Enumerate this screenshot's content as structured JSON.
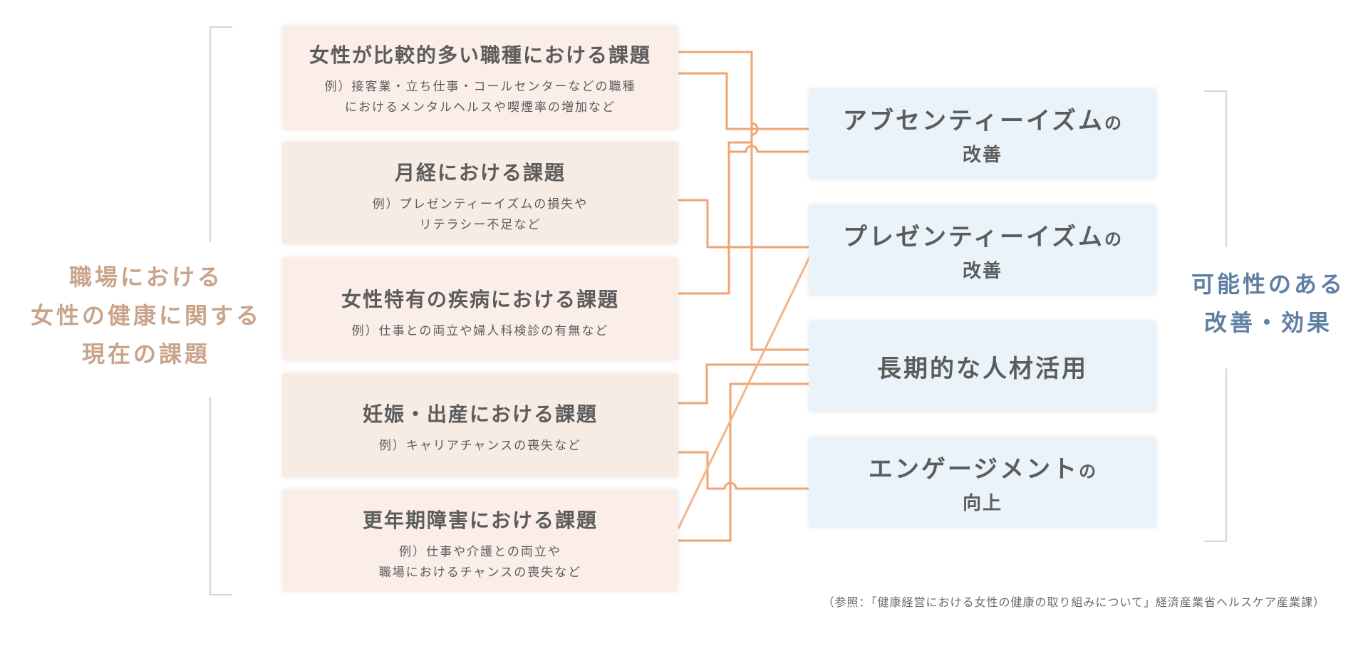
{
  "left_label": [
    "職場における",
    "女性の健康に関する",
    "現在の課題"
  ],
  "right_label": [
    "可能性のある",
    "改善・効果"
  ],
  "issues": [
    {
      "title": "女性が比較的多い職種における課題",
      "lines": [
        "例）接客業・立ち仕事・コールセンターなどの職種",
        "におけるメンタルヘルスや喫煙率の増加など"
      ]
    },
    {
      "title": "月経における課題",
      "lines": [
        "例）プレゼンティーイズムの損失や",
        "リテラシー不足など"
      ]
    },
    {
      "title": "女性特有の疾病における課題",
      "lines": [
        "例）仕事との両立や婦人科検診の有無など"
      ]
    },
    {
      "title": "妊娠・出産における課題",
      "lines": [
        "例）キャリアチャンスの喪失など"
      ]
    },
    {
      "title": "更年期障害における課題",
      "lines": [
        "例）仕事や介護との両立や",
        "職場におけるチャンスの喪失など"
      ]
    }
  ],
  "effects": [
    {
      "main": "アブセンティーイズム",
      "suffix": "の",
      "sub": "改善"
    },
    {
      "main": "プレゼンティーイズム",
      "suffix": "の",
      "sub": "改善"
    },
    {
      "main": "長期的な人材活用",
      "suffix": "",
      "sub": ""
    },
    {
      "main": "エンゲージメント",
      "suffix": "の",
      "sub": "向上"
    }
  ],
  "source": "（参照：「健康経営における女性の健康の取り組みについて」経済産業省ヘルスケア産業課）",
  "colors": {
    "connector": "#f0a373",
    "issue_pink": "#fbeee9",
    "issue_beige": "#f6ece4",
    "effect_bg": "#eaf3f9",
    "left_label": "#c9a48a",
    "right_label": "#5f7fa3",
    "bracket": "#d4d4d4"
  }
}
